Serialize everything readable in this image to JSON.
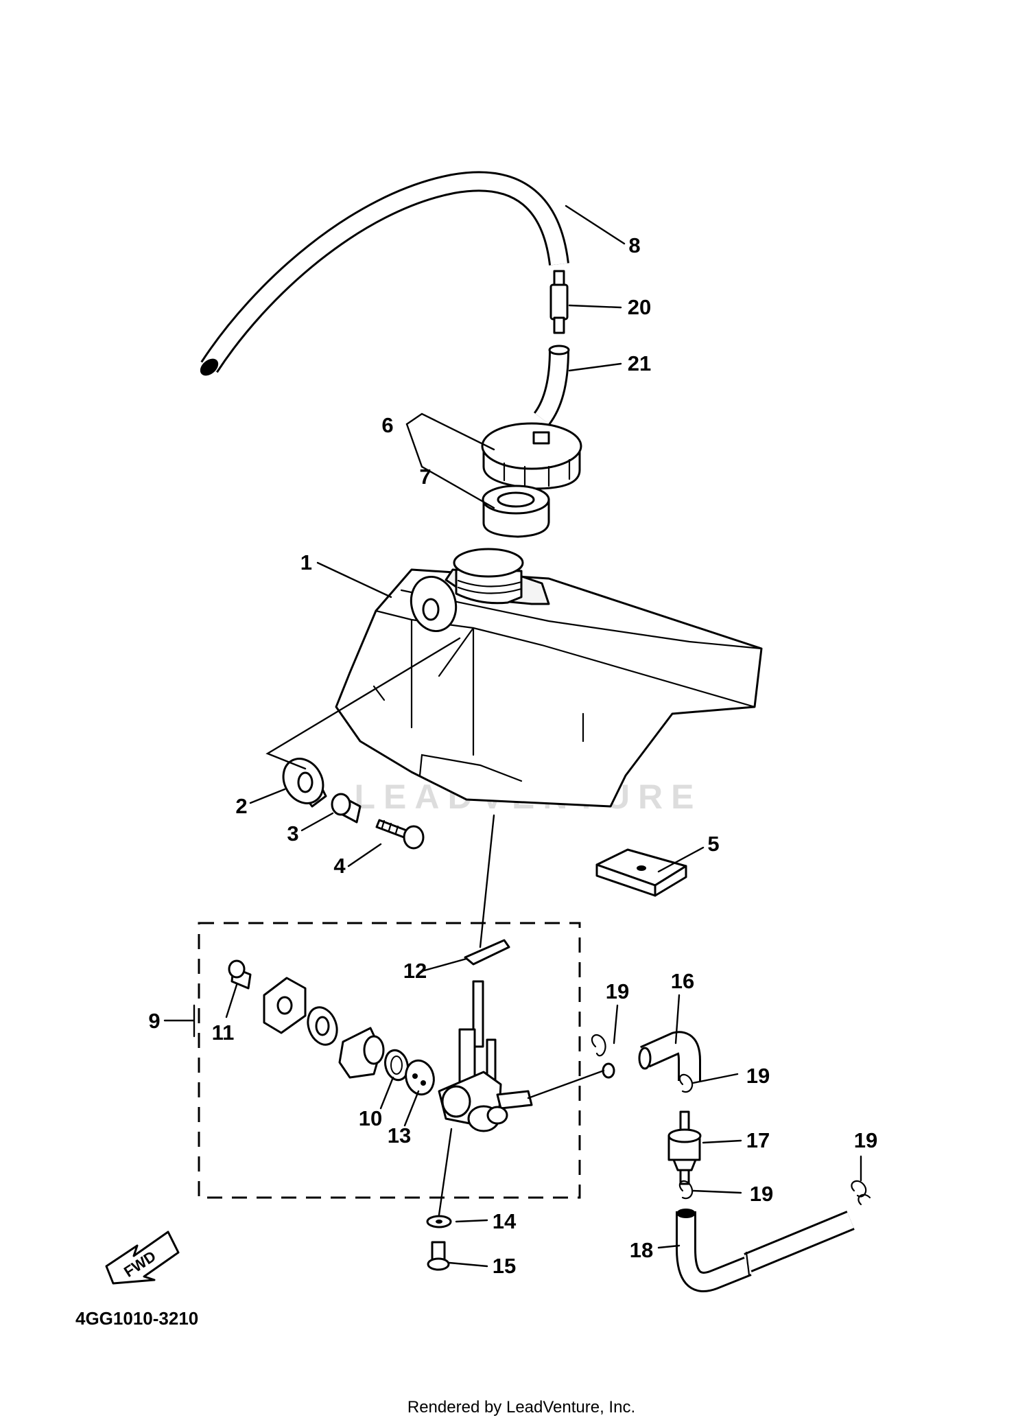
{
  "diagram": {
    "code": "4GG1010-3210",
    "credit": "Rendered by LeadVenture, Inc.",
    "watermark": "LEADVENTURE",
    "fwd_label": "FWD",
    "callouts": [
      {
        "id": "1",
        "label": "1"
      },
      {
        "id": "2",
        "label": "2"
      },
      {
        "id": "3",
        "label": "3"
      },
      {
        "id": "4",
        "label": "4"
      },
      {
        "id": "5",
        "label": "5"
      },
      {
        "id": "6",
        "label": "6"
      },
      {
        "id": "7",
        "label": "7"
      },
      {
        "id": "8",
        "label": "8"
      },
      {
        "id": "9",
        "label": "9"
      },
      {
        "id": "10",
        "label": "10"
      },
      {
        "id": "11",
        "label": "11"
      },
      {
        "id": "12",
        "label": "12"
      },
      {
        "id": "13",
        "label": "13"
      },
      {
        "id": "14",
        "label": "14"
      },
      {
        "id": "15",
        "label": "15"
      },
      {
        "id": "16",
        "label": "16"
      },
      {
        "id": "17",
        "label": "17"
      },
      {
        "id": "18",
        "label": "18"
      },
      {
        "id": "19a",
        "label": "19"
      },
      {
        "id": "19b",
        "label": "19"
      },
      {
        "id": "19c",
        "label": "19"
      },
      {
        "id": "19d",
        "label": "19"
      },
      {
        "id": "20",
        "label": "20"
      },
      {
        "id": "21",
        "label": "21"
      }
    ]
  }
}
